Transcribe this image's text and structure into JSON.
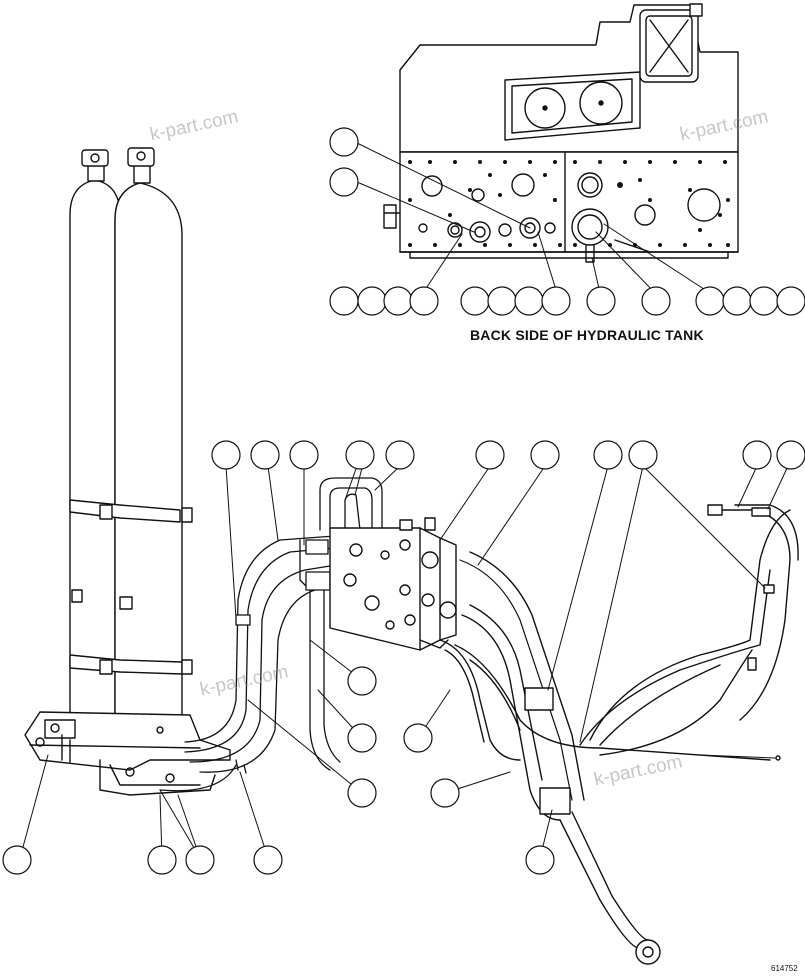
{
  "diagram": {
    "caption": "BACK SIDE OF HYDRAULIC TANK",
    "figure_number": "614752",
    "watermark": "k-part.com",
    "line_color": "#111111",
    "background": "#ffffff"
  }
}
